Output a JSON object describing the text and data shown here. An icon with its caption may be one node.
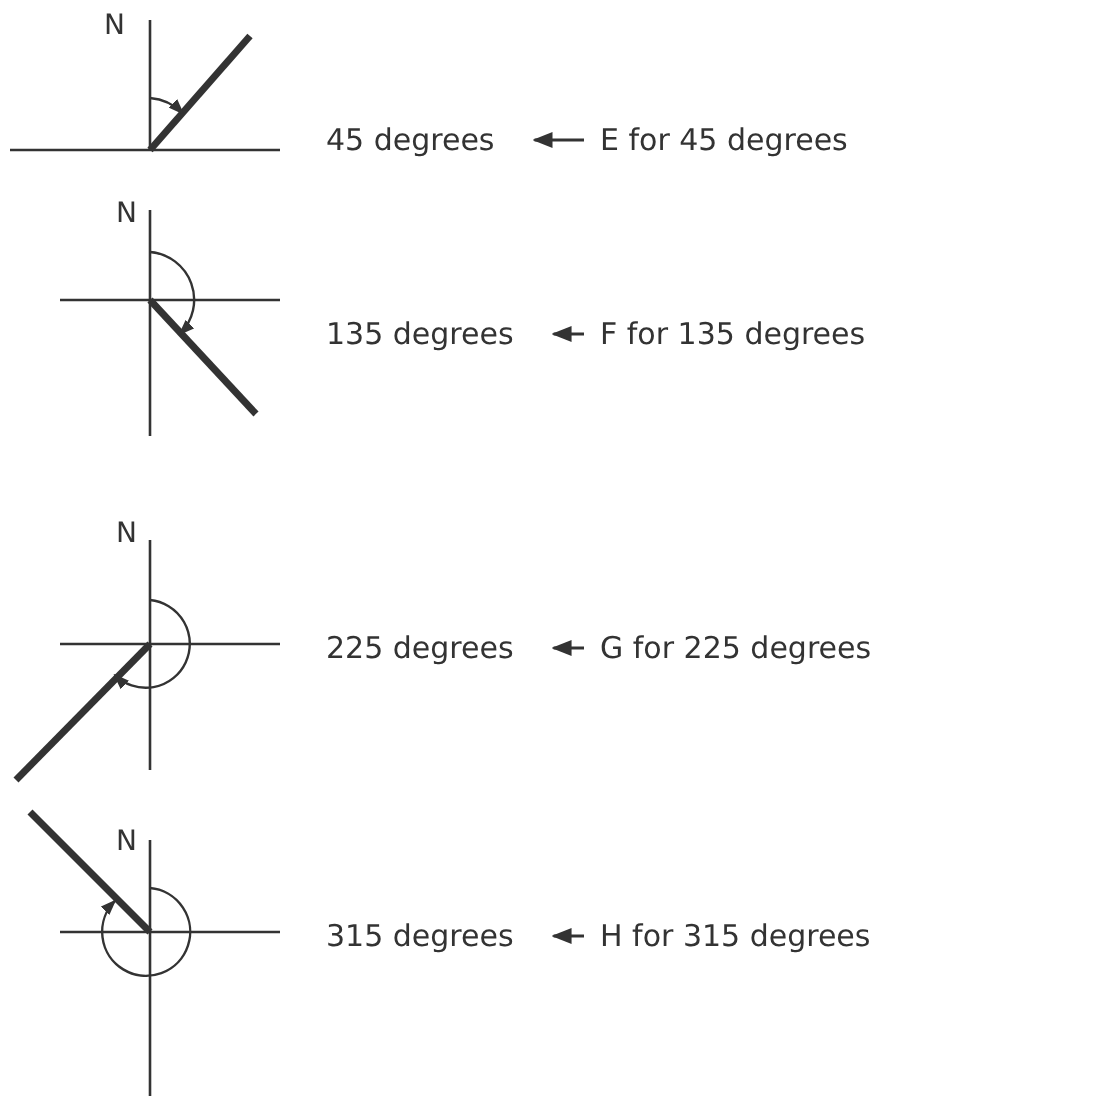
{
  "diagram": {
    "nodes": [
      {
        "text": [
          "45 degrees"
        ]
      },
      {
        "text": [
          "E for 45 degrees"
        ]
      },
      {
        "text": [
          "135 degrees"
        ]
      },
      {
        "text": [
          "F for 135 degrees"
        ]
      },
      {
        "text": [
          "225 degrees"
        ]
      },
      {
        "text": [
          "G for 225 degrees"
        ]
      },
      {
        "text": [
          "315 degrees"
        ]
      },
      {
        "text": [
          "H for 315 degrees"
        ]
      }
    ],
    "edges": [
      {
        "from": 1,
        "to": 0,
        "arrow": "to"
      },
      {
        "from": 3,
        "to": 2,
        "arrow": "to"
      },
      {
        "from": 5,
        "to": 4,
        "arrow": "to"
      },
      {
        "from": 7,
        "to": 6,
        "arrow": "to"
      }
    ],
    "labels": [
      "N",
      "N",
      "N",
      "N"
    ]
  }
}
